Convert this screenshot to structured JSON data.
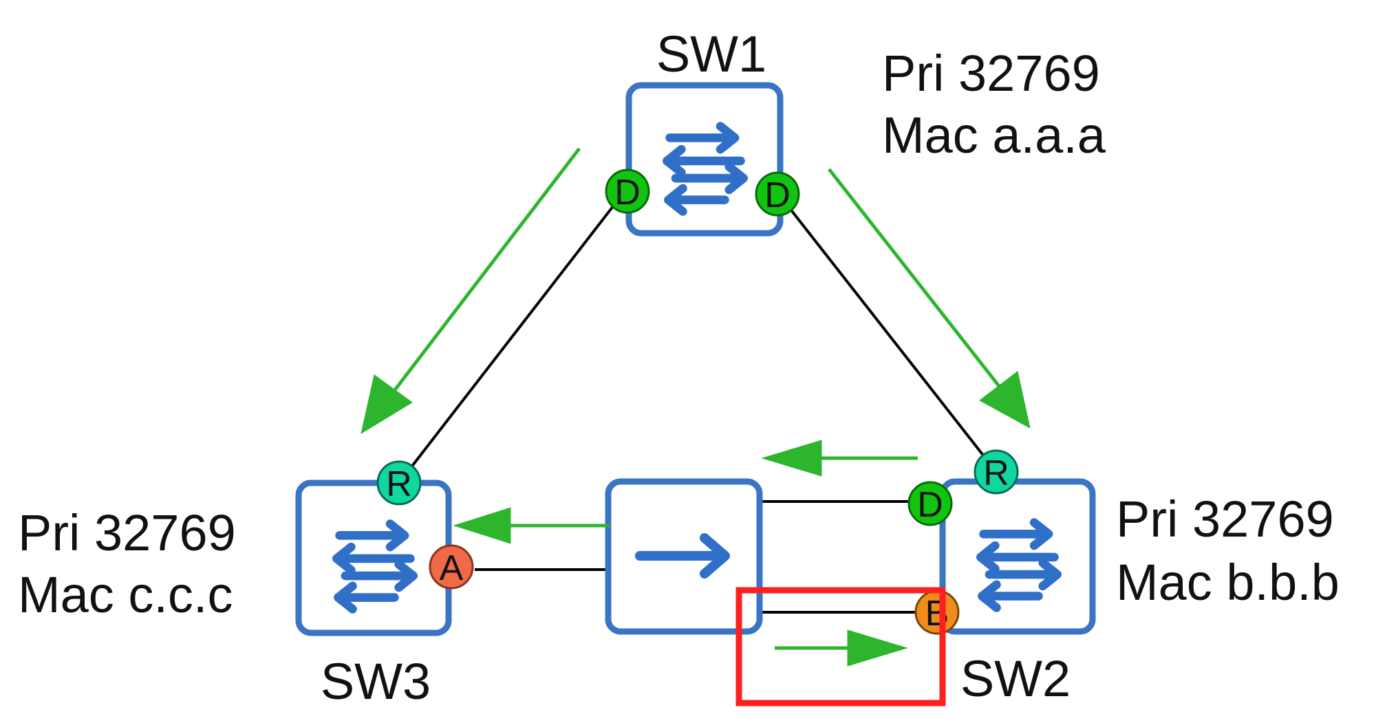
{
  "colors": {
    "switch_border": "#3a74c4",
    "switch_icon": "#2f6fc8",
    "link": "#000000",
    "flow_arrow": "#2db52d",
    "port_designated": "#11c411",
    "port_root": "#10d7a0",
    "port_alternate": "#f06a47",
    "port_blocked": "#f08c1c",
    "highlight": "#ff1f1f"
  },
  "switches": {
    "sw1": {
      "name": "SW1",
      "pri": "Pri 32769",
      "mac": "Mac a.a.a",
      "icon": "bidirectional-arrows-icon"
    },
    "sw2": {
      "name": "SW2",
      "pri": "Pri 32769",
      "mac": "Mac b.b.b",
      "icon": "bidirectional-arrows-icon"
    },
    "sw3": {
      "name": "SW3",
      "pri": "Pri 32769",
      "mac": "Mac c.c.c",
      "icon": "bidirectional-arrows-icon"
    },
    "hub": {
      "icon": "right-arrow-icon"
    }
  },
  "ports": {
    "sw1_left": "D",
    "sw1_right": "D",
    "sw3_top": "R",
    "sw3_right": "A",
    "sw2_top": "R",
    "sw2_left": "D",
    "sw2_bottom_left": "B"
  }
}
